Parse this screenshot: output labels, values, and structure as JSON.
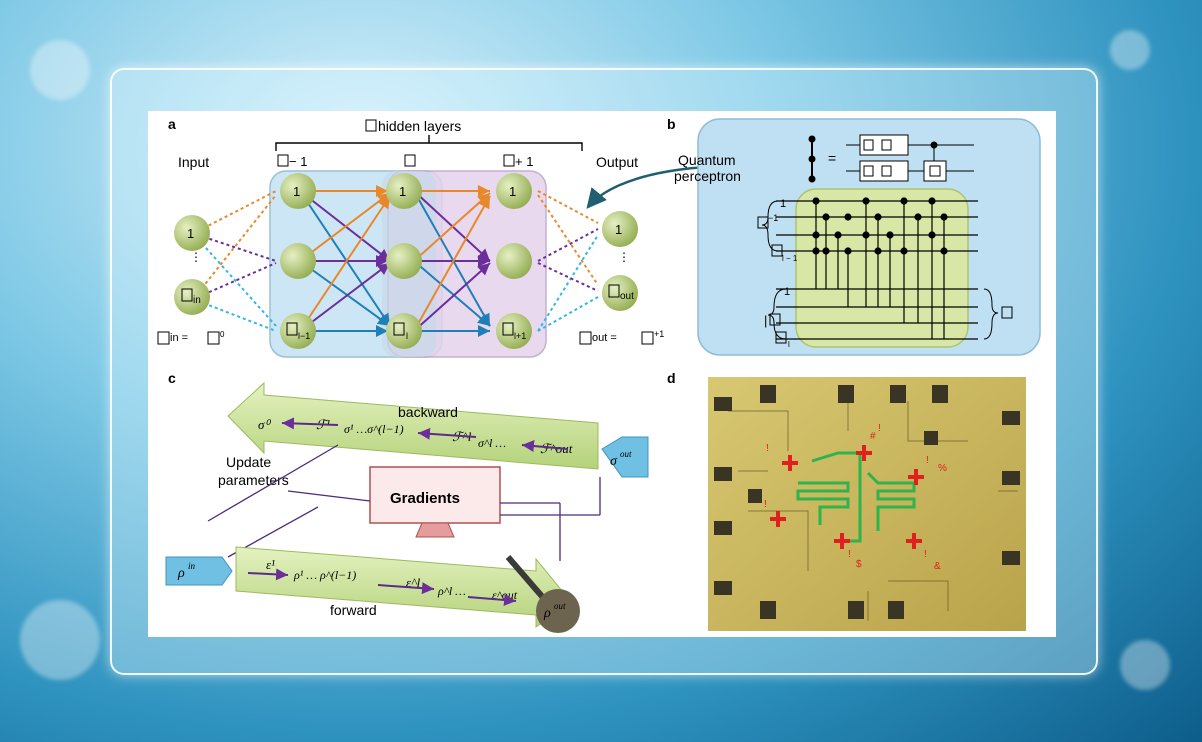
{
  "panels": {
    "a": {
      "letter": "a",
      "hidden_layers_label": "hidden layers",
      "input_label": "Input",
      "output_label": "Output",
      "layer_index_left": "− 1",
      "layer_index_right": "+ 1",
      "node_one": "1",
      "node_in_sub": "in",
      "node_out_sub": "out",
      "node_lm1_sub": "l−1",
      "node_l_sub": "l",
      "node_lp1_sub": "l+1",
      "eq_in": "in  =",
      "eq_in_sup": "0",
      "eq_out": "out  =",
      "eq_out_sup": "+1"
    },
    "b": {
      "letter": "b",
      "qp_label_line1": "Quantum",
      "qp_label_line2": "perceptron",
      "equals": "=",
      "layer_minus": "−1",
      "one": "1",
      "l_minus_sub": "l − 1",
      "l_sub": "l",
      "ket": "|"
    },
    "c": {
      "letter": "c",
      "backward_label": "backward",
      "forward_label": "forward",
      "update_label_line1": "Update",
      "update_label_line2": "parameters",
      "gradients_label": "Gradients",
      "sigma_out": "σ",
      "sigma_out_sup": "out",
      "rho_in": "ρ",
      "rho_in_sup": "in",
      "rho_out": "ρ",
      "rho_out_sup": "out",
      "backward_chain": [
        "σ⁰",
        "ℱ¹",
        "σ¹ …σ^(l−1)",
        "ℱ^l",
        "σ^l …",
        "ℱ^out"
      ],
      "forward_chain": [
        "ε¹",
        "ρ¹ … ρ^(l−1)",
        "ε^l",
        "ρ^l …",
        "ε^out"
      ]
    },
    "d": {
      "letter": "d",
      "markers": [
        "!",
        "#",
        "!",
        "%",
        "!",
        "!",
        "!",
        "$",
        "!",
        "&"
      ]
    }
  },
  "colors": {
    "node_green": "#a9c46e",
    "arrow_orange": "#e8882a",
    "arrow_purple": "#6b2e9b",
    "arrow_blue": "#1f7fb6",
    "dotted_blue": "#2fb7e8",
    "hidden_box_blue": "#cde6f5",
    "hidden_box_purple": "#e4d3ec",
    "arrow_green": "#cfe6a0",
    "chip_gold": "#c9b45a",
    "qubit_red": "#e0201c",
    "resonator_green": "#2fb34a"
  }
}
